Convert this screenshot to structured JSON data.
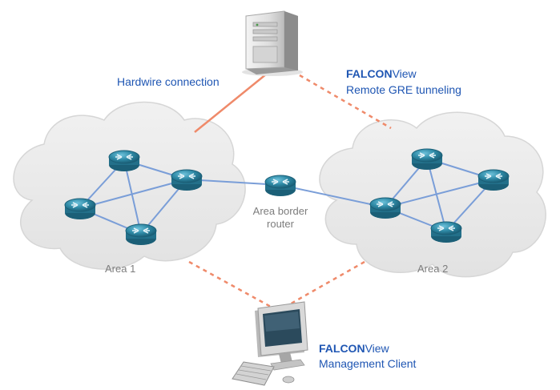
{
  "labels": {
    "hardwire": "Hardwire connection",
    "server_brand_bold": "FALCON",
    "server_brand_light": "View",
    "server_caption": "Remote GRE tunneling",
    "client_brand_bold": "FALCON",
    "client_brand_light": "View",
    "client_caption": "Management Client",
    "border_router_line1": "Area border",
    "border_router_line2": "router",
    "area1": "Area 1",
    "area2": "Area 2"
  },
  "colors": {
    "accent_blue": "#1f56b3",
    "link_blue": "#7a9ed8",
    "connection_orange": "#ef8a6a",
    "cloud_fill": "#e8e8e8",
    "router_teal": "#2f8aa6",
    "label_grey": "#7d7d7d"
  },
  "icons": {
    "server": "server-tower-icon",
    "client": "desktop-computer-icon",
    "router": "router-icon"
  }
}
